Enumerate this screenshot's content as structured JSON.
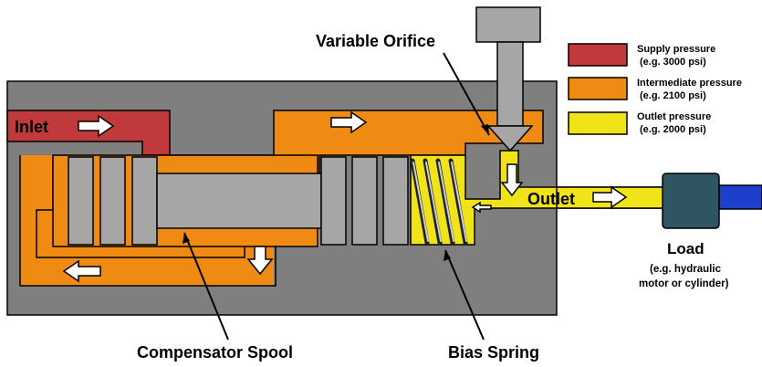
{
  "labels": {
    "variable_orifice": "Variable Orifice",
    "inlet": "Inlet",
    "outlet": "Outlet",
    "load": "Load",
    "load_desc_1": "(e.g. hydraulic",
    "load_desc_2": "motor or cylinder)",
    "compensator_spool": "Compensator Spool",
    "bias_spring": "Bias Spring"
  },
  "legend": [
    {
      "label": "Supply pressure",
      "value": "(e.g. 3000 psi)",
      "color": "#c0393b"
    },
    {
      "label": "Intermediate pressure",
      "value": "(e.g. 2100 psi)",
      "color": "#ef8a12"
    },
    {
      "label": "Outlet pressure",
      "value": "(e.g. 2000 psi)",
      "color": "#f0e31a"
    }
  ],
  "colors": {
    "body": "#7f7f7f",
    "spool": "#a6a6a6",
    "supply": "#c0393b",
    "intermediate": "#ef8a12",
    "outlet": "#f0e31a",
    "load": "#2f5563",
    "actuator": "#1d3fcc"
  }
}
